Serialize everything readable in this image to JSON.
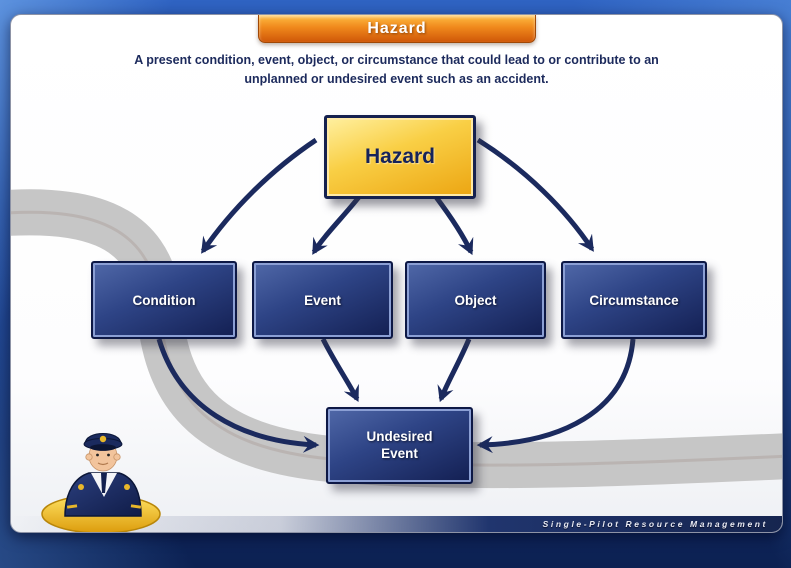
{
  "header": {
    "title": "Hazard"
  },
  "definition": "A present condition, event, object, or circumstance that could lead to or contribute to an unplanned or undesired event such as an accident.",
  "diagram": {
    "hazard": {
      "label": "Hazard"
    },
    "boxes": [
      {
        "label": "Condition"
      },
      {
        "label": "Event"
      },
      {
        "label": "Object"
      },
      {
        "label": "Circumstance"
      }
    ],
    "undesired": {
      "label": "Undesired Event"
    }
  },
  "footer": {
    "text": "Single-Pilot Resource Management"
  },
  "colors": {
    "header_orange": "#f0891c",
    "hazard_gold": "#f9cf45",
    "node_navy": "#2e4486",
    "arrow_navy": "#1b2a5e",
    "road_gray": "#c6c6c6",
    "background_blue": "#1d4493",
    "card_white": "#ffffff"
  }
}
